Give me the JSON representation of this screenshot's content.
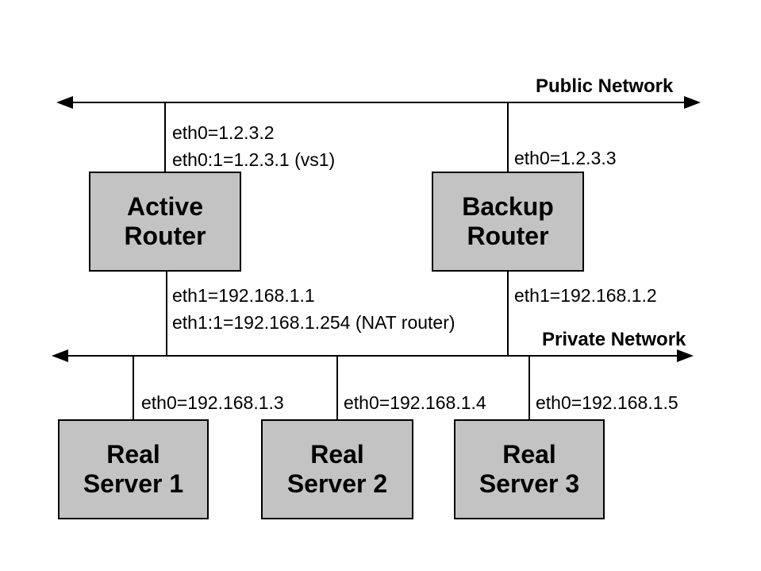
{
  "colors": {
    "background": "#ffffff",
    "line": "#000000",
    "box_fill": "#c3c3c3",
    "box_border": "#000000",
    "text": "#000000"
  },
  "public_network": {
    "label": "Public Network"
  },
  "private_network": {
    "label": "Private Network"
  },
  "active_router": {
    "name": [
      "Active",
      "Router"
    ],
    "public_interfaces": [
      "eth0=1.2.3.2",
      "eth0:1=1.2.3.1 (vs1)"
    ],
    "private_interfaces": [
      "eth1=192.168.1.1",
      "eth1:1=192.168.1.254 (NAT router)"
    ]
  },
  "backup_router": {
    "name": [
      "Backup",
      "Router"
    ],
    "public_interfaces": [
      "eth0=1.2.3.3"
    ],
    "private_interfaces": [
      "eth1=192.168.1.2"
    ]
  },
  "real_servers": [
    {
      "name": [
        "Real",
        "Server 1"
      ],
      "interface": "eth0=192.168.1.3"
    },
    {
      "name": [
        "Real",
        "Server 2"
      ],
      "interface": "eth0=192.168.1.4"
    },
    {
      "name": [
        "Real",
        "Server 3"
      ],
      "interface": "eth0=192.168.1.5"
    }
  ]
}
